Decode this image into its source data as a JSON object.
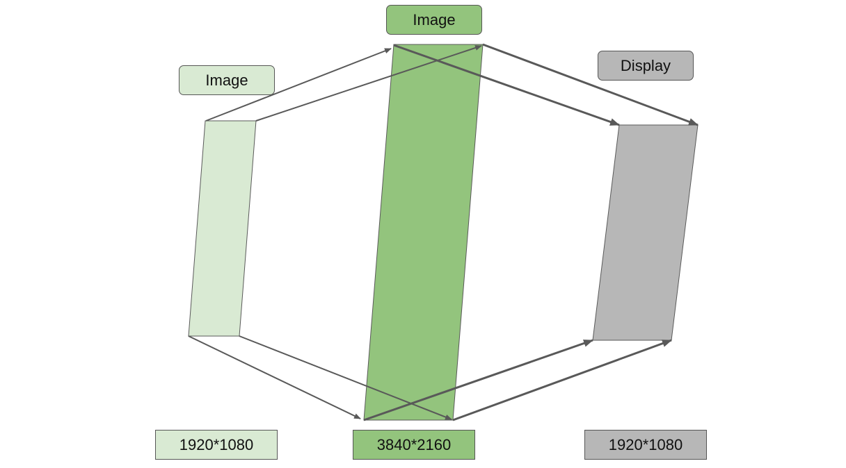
{
  "colors": {
    "source_fill": "#d9ead3",
    "scaled_fill": "#93c47d",
    "display_fill": "#b7b7b7",
    "stroke": "#595959"
  },
  "stages": [
    {
      "label": "Image",
      "size": "1920*1080"
    },
    {
      "label": "Image",
      "size": "3840*2160"
    },
    {
      "label": "Display",
      "size": "1920*1080"
    }
  ]
}
